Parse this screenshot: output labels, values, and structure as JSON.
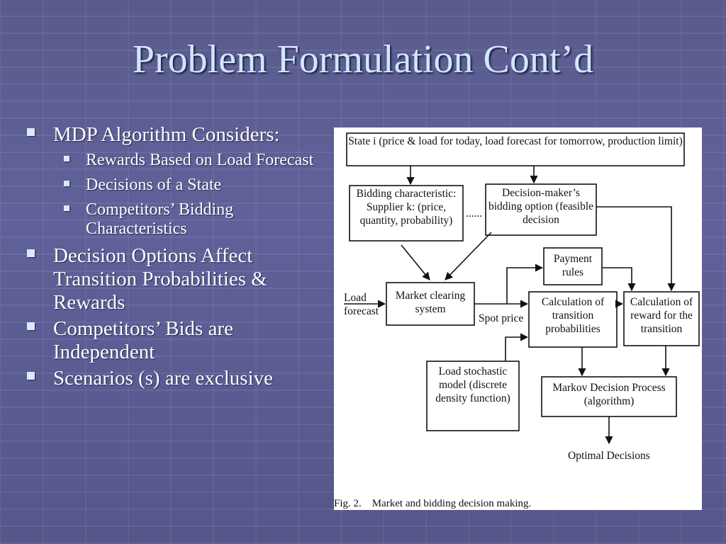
{
  "slide": {
    "title": "Problem Formulation Cont’d",
    "bullets": {
      "b1": "MDP Algorithm Considers:",
      "b1_sub": [
        "Rewards Based on Load Forecast",
        "Decisions of a State",
        "Competitors’ Bidding Characteristics"
      ],
      "b2": "Decision Options Affect Transition Probabilities & Rewards",
      "b3": "Competitors’ Bids are Independent",
      "b4": "Scenarios (s) are exclusive"
    }
  },
  "figure": {
    "state": "State i (price & load for today, load forecast for tomorrow, production limit)",
    "bidding_characteristic": "Bidding characteristic: Supplier k:  (price, quantity, probability)",
    "ellipsis": "......",
    "decision_option": "Decision-maker’s bidding option (feasible decision",
    "payment_rules": "Payment rules",
    "load_forecast": "Load forecast",
    "market_clearing": "Market clearing system",
    "spot_price": "Spot price",
    "calc_transition": "Calculation of transition probabilities",
    "calc_reward": "Calculation of reward for the transition",
    "load_model": "Load stochastic model (discrete density function)",
    "mdp": "Markov Decision Process (algorithm)",
    "optimal": "Optimal Decisions",
    "caption": "Fig. 2.    Market and bidding decision making."
  }
}
